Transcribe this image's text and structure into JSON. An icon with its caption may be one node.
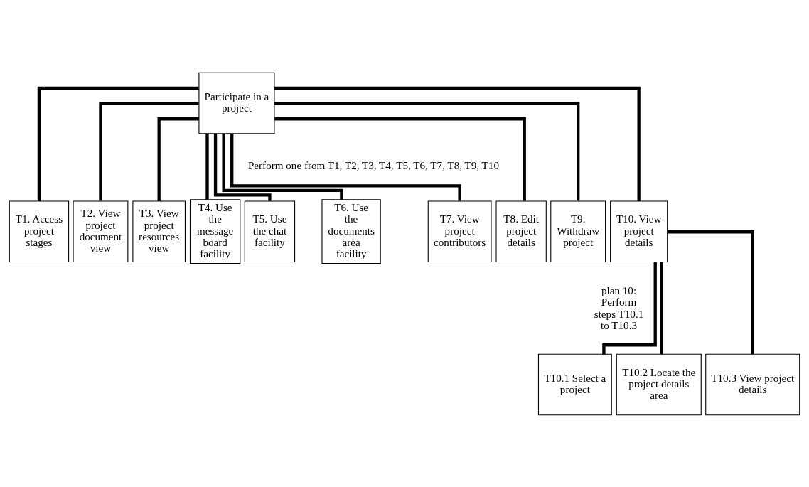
{
  "diagram": {
    "nodes": [
      {
        "text": [
          "Participate in a project"
        ]
      },
      {
        "text": [
          "T1. Access project stages"
        ]
      },
      {
        "text": [
          "T2. View project document view"
        ]
      },
      {
        "text": [
          "T3. View project resources view"
        ]
      },
      {
        "text": [
          "T4. Use the message board facility"
        ]
      },
      {
        "text": [
          "T5. Use the chat facility"
        ]
      },
      {
        "text": [
          "T6. Use the documents area facility"
        ]
      },
      {
        "text": [
          "T7. View project contributors"
        ]
      },
      {
        "text": [
          "T8. Edit project details"
        ]
      },
      {
        "text": [
          "T9. Withdraw project"
        ]
      },
      {
        "text": [
          "T10. View project details"
        ]
      },
      {
        "text": [
          "T10.1 Select a project"
        ]
      },
      {
        "text": [
          "T10.2 Locate the project details area"
        ]
      },
      {
        "text": [
          "T10.3 View project details"
        ]
      }
    ],
    "edges": [
      {
        "from": 0,
        "to": 1,
        "arrow": "none"
      },
      {
        "from": 0,
        "to": 2,
        "arrow": "none"
      },
      {
        "from": 0,
        "to": 3,
        "arrow": "none"
      },
      {
        "from": 0,
        "to": 4,
        "arrow": "none"
      },
      {
        "from": 0,
        "to": 5,
        "arrow": "none"
      },
      {
        "from": 0,
        "to": 6,
        "arrow": "none"
      },
      {
        "from": 0,
        "to": 7,
        "arrow": "none"
      },
      {
        "from": 0,
        "to": 8,
        "arrow": "none"
      },
      {
        "from": 0,
        "to": 9,
        "arrow": "none"
      },
      {
        "from": 0,
        "to": 10,
        "arrow": "none"
      },
      {
        "from": 10,
        "to": 11,
        "arrow": "none"
      },
      {
        "from": 10,
        "to": 12,
        "arrow": "none"
      },
      {
        "from": 10,
        "to": 13,
        "arrow": "none"
      }
    ],
    "labels": [
      "Perform one from T1, T2, T3, T4, T5, T6, T7, T8, T9, T10",
      "plan 10: Perform steps T10.1 to T10.3"
    ]
  }
}
